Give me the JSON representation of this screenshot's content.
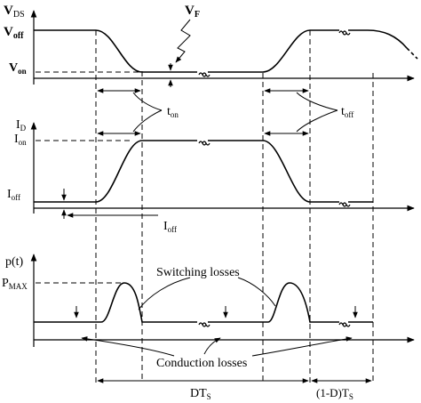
{
  "top_panel": {
    "y_axis_label": "V",
    "y_axis_label_sub": "DS",
    "level_high": "V",
    "level_high_sub": "off",
    "level_low": "V",
    "level_low_sub": "on",
    "forward_voltage_label": "V",
    "forward_voltage_label_sub": "F",
    "turn_on_label": "t",
    "turn_on_label_sub": "on",
    "turn_off_label": "t",
    "turn_off_label_sub": "off"
  },
  "middle_panel": {
    "y_axis_label": "I",
    "y_axis_label_sub": "D",
    "level_high": "I",
    "level_high_sub": "on",
    "level_low": "I",
    "level_low_sub": "off",
    "leakage_label": "I",
    "leakage_label_sub": "off"
  },
  "bottom_panel": {
    "y_axis_label": "p(t)",
    "peak_label": "P",
    "peak_label_sub": "MAX",
    "switching_losses_label": "Switching losses",
    "conduction_losses_label": "Conduction losses"
  },
  "time_axis": {
    "on_period_label": "DT",
    "on_period_label_sub": "S",
    "off_period_label": "(1-D)T",
    "off_period_label_sub": "S"
  }
}
